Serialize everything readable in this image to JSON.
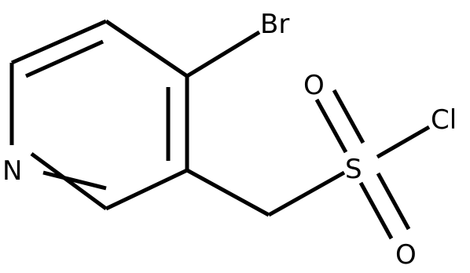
{
  "structure": {
    "atoms": {
      "nitrogen": "N",
      "bromine": "Br",
      "sulfur": "S",
      "oxygen_top": "O",
      "oxygen_bottom": "O",
      "chlorine": "Cl"
    }
  },
  "colors": {
    "bond": "#000000",
    "label": "#000000",
    "background": "#ffffff"
  }
}
